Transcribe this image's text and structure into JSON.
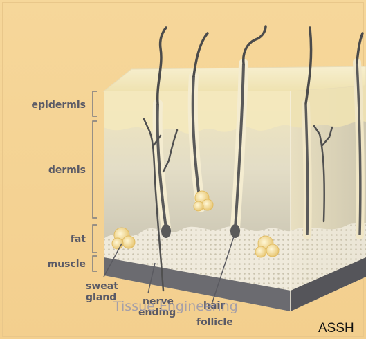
{
  "layers": {
    "epidermis": "epidermis",
    "dermis": "dermis",
    "fat": "fat",
    "muscle": "muscle"
  },
  "structures": {
    "sweat_gland_line1": "sweat",
    "sweat_gland_line2": "gland",
    "nerve_ending_line1": "nerve",
    "nerve_ending_line2": "ending",
    "hair_follicle_line1": "hair",
    "hair_follicle_line2": "follicle"
  },
  "watermark": "Tissue Engineering",
  "footer_text": "ASSH",
  "colors": {
    "background": "#f6d79a",
    "skin_top": "#f4e7b9",
    "dermis": "#dcd6c3",
    "hair": "#4b4b4b",
    "label": "#5a5a66"
  }
}
